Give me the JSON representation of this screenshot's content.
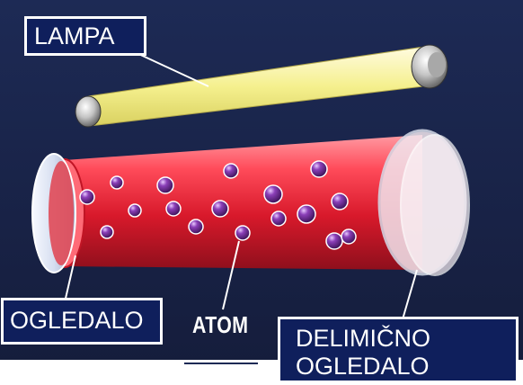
{
  "labels": {
    "lamp": "LAMPA",
    "mirror": "OGLEDALO",
    "atom": "ATOM",
    "partial_mirror_line1": "DELIMIČNO",
    "partial_mirror_line2": "OGLEDALO"
  },
  "colors": {
    "background": "#1a2347",
    "label_box": "#0f1f5c",
    "lamp_tube": "#f4f1a0",
    "rod": "#d81f2e",
    "atom": "#6a2a8c"
  }
}
